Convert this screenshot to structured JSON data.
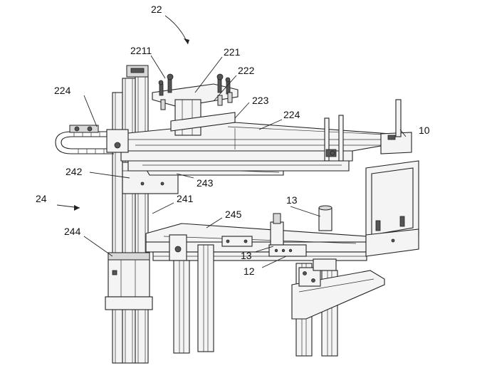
{
  "labels": {
    "l22": "22",
    "l2211": "2211",
    "l221": "221",
    "l222": "222",
    "l223": "223",
    "l224_left": "224",
    "l224_right": "224",
    "l10": "10",
    "l242": "242",
    "l243": "243",
    "l24": "24",
    "l241": "241",
    "l245": "245",
    "l13_top": "13",
    "l13_mid": "13",
    "l12": "12",
    "l244": "244"
  }
}
